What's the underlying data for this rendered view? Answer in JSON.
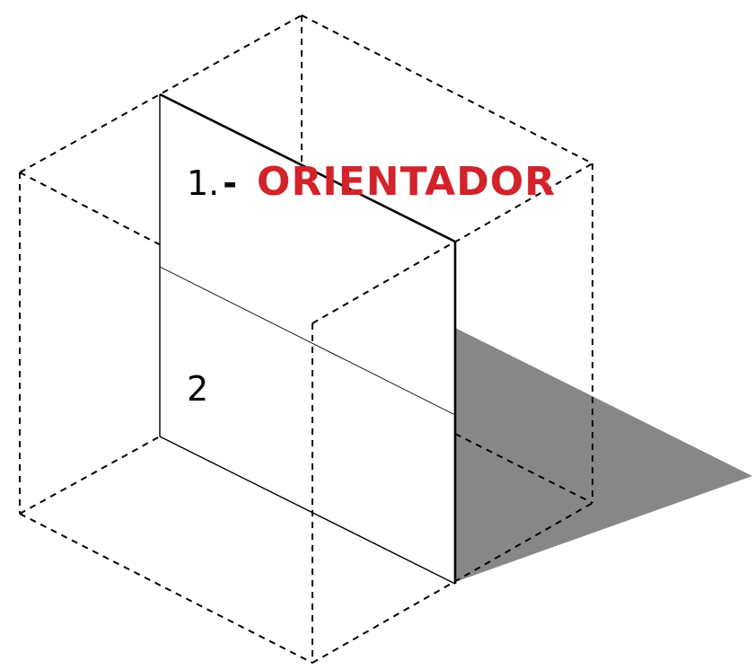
{
  "diagram": {
    "label_1": {
      "number": "1.",
      "separator": "-",
      "title": "ORIENTADOR"
    },
    "label_2": {
      "number": "2"
    }
  },
  "colors": {
    "title": "#d2232a",
    "shadow": "#878787",
    "lines": "#000000",
    "background": "#ffffff"
  }
}
